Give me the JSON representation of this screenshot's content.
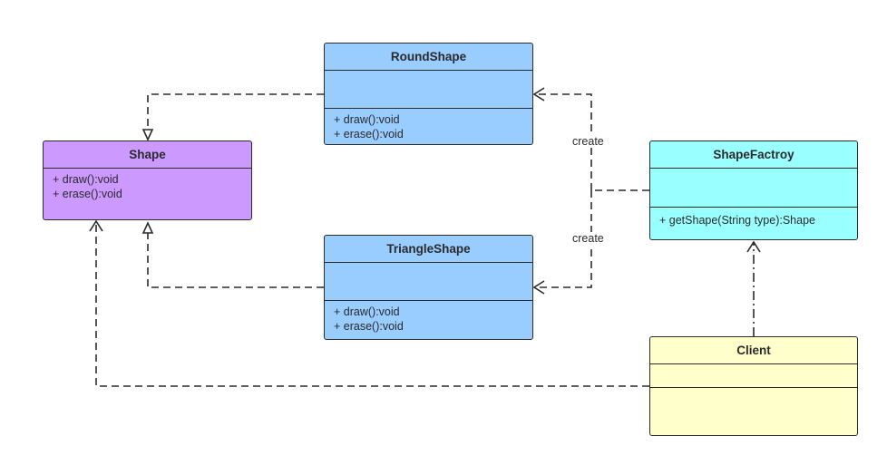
{
  "colors": {
    "shape": "#cc99ff",
    "round_shape": "#99ccff",
    "triangle_shape": "#99ccff",
    "shape_factory": "#99ffff",
    "client": "#ffffcc",
    "line": "#2b2b2b"
  },
  "classes": {
    "shape": {
      "name": "Shape",
      "operations": [
        "+ draw():void",
        "+ erase():void"
      ]
    },
    "round_shape": {
      "name": "RoundShape",
      "operations": [
        "+ draw():void",
        "+ erase():void"
      ]
    },
    "triangle_shape": {
      "name": "TriangleShape",
      "operations": [
        "+ draw():void",
        "+ erase():void"
      ]
    },
    "shape_factory": {
      "name": "ShapeFactroy",
      "operations": [
        "+ getShape(String type):Shape"
      ]
    },
    "client": {
      "name": "Client",
      "operations": []
    }
  },
  "relations": {
    "create_round_label": "create",
    "create_triangle_label": "create"
  }
}
